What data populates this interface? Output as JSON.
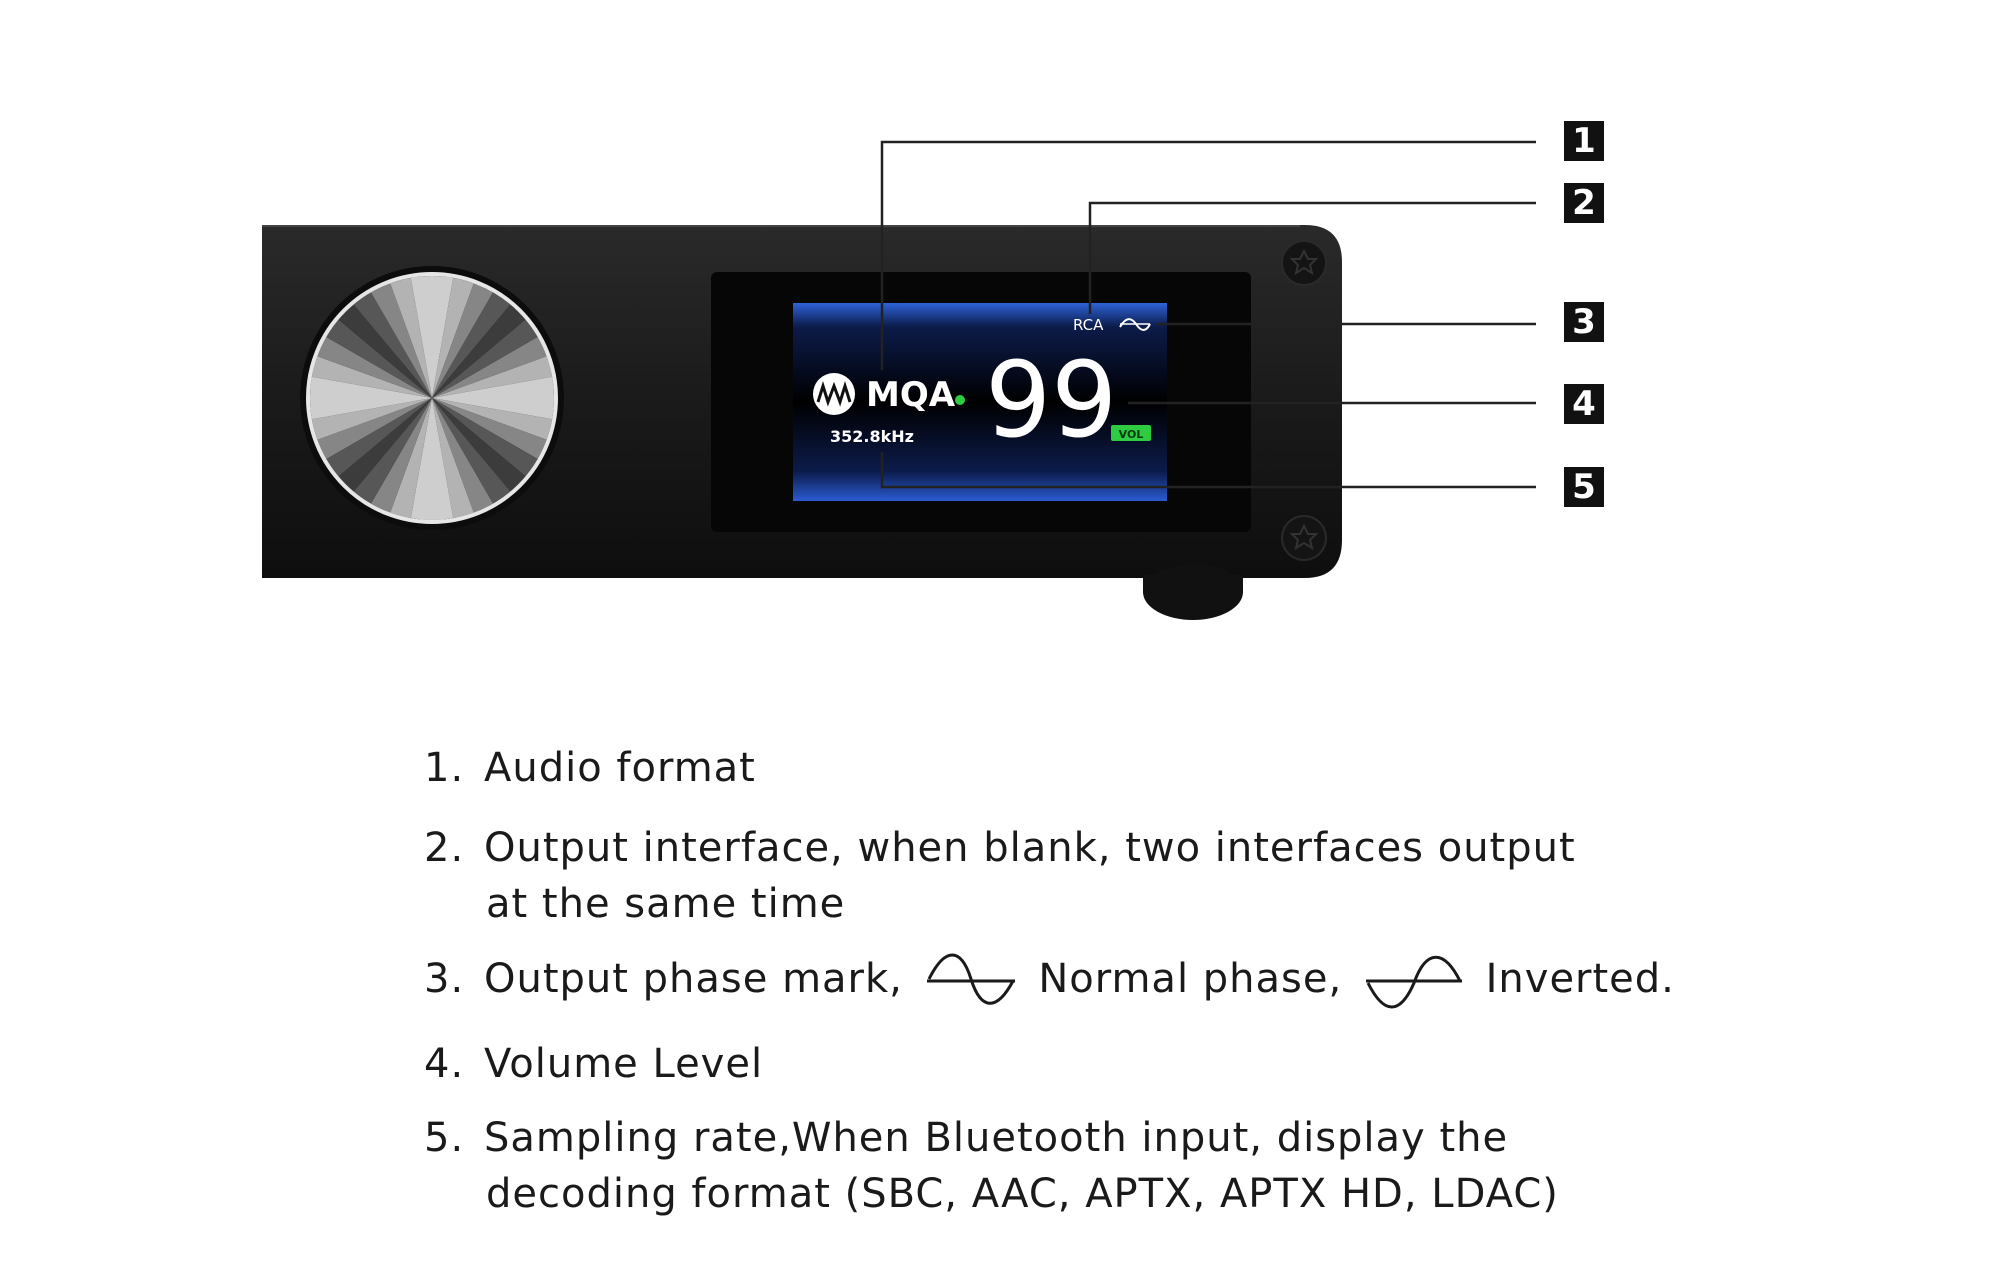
{
  "display": {
    "output_interface": "RCA",
    "audio_format": "MQA",
    "sampling_rate": "352.8kHz",
    "volume_level": "99",
    "volume_badge": "VOL"
  },
  "callouts": [
    "1",
    "2",
    "3",
    "4",
    "5"
  ],
  "notes": [
    {
      "num": "1.",
      "text": "Audio format"
    },
    {
      "num": "2.",
      "text": "Output interface, when blank, two interfaces output",
      "continuation": "at the same time"
    },
    {
      "num": "3.",
      "prefix": "Output phase mark,",
      "normal_label": "Normal phase,",
      "inverted_label": "Inverted."
    },
    {
      "num": "4.",
      "text": "Volume Level"
    },
    {
      "num": "5.",
      "text": "Sampling rate,When Bluetooth input, display the",
      "continuation": "decoding format (SBC, AAC, APTX, APTX HD,  LDAC)"
    }
  ],
  "icons": [
    "volume-knob",
    "mqa-logo-icon",
    "normal-phase-icon",
    "inverted-phase-icon",
    "screw-icon",
    "foot"
  ],
  "colors": {
    "lcd_blue": "#1a3fa0",
    "status_green": "#2ecc40",
    "chassis": "#1c1c1c"
  }
}
